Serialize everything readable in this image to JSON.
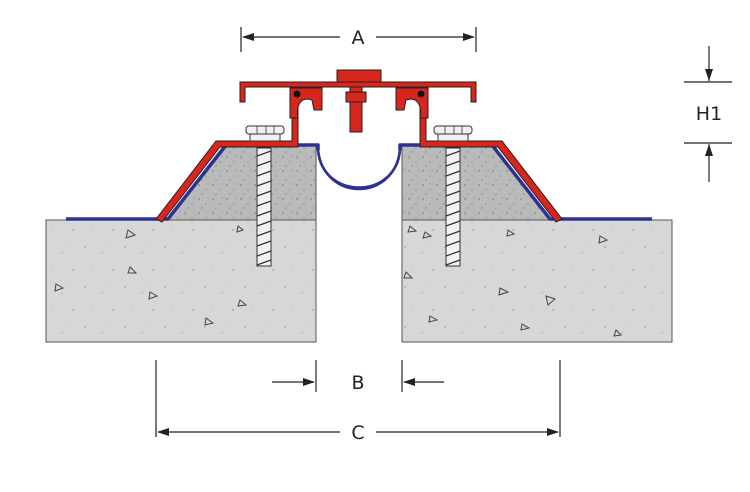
{
  "labels": {
    "a": "A",
    "b": "B",
    "c": "C",
    "h1": "H1"
  },
  "colors": {
    "profile_red": "#d9261c",
    "membrane_blue": "#2e3192",
    "concrete": "#d6d8d7",
    "grout": "#b9bbba",
    "bolt_white": "#f2f2f2",
    "line": "#222222"
  }
}
